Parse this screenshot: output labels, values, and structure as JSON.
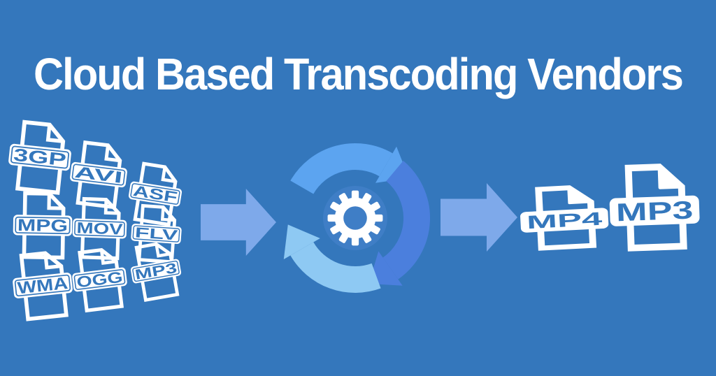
{
  "title": "Cloud Based Transcoding Vendors",
  "source_formats": [
    "3GP",
    "AVI",
    "ASF",
    "MPG",
    "MOV",
    "FLV",
    "WMA",
    "OGG",
    "MP3"
  ],
  "output_formats": [
    "MP4",
    "MP3"
  ],
  "colors": {
    "background": "#3477bc",
    "white": "#ffffff",
    "banner_text": "#3477bc",
    "arrow": "#7ea9ea",
    "arc_light": "#5ca4f0",
    "arc_medium": "#4b7fdd",
    "arc_pale": "#8ec9f3",
    "hub": "#3f7ec6",
    "gear": "#ffffff"
  }
}
